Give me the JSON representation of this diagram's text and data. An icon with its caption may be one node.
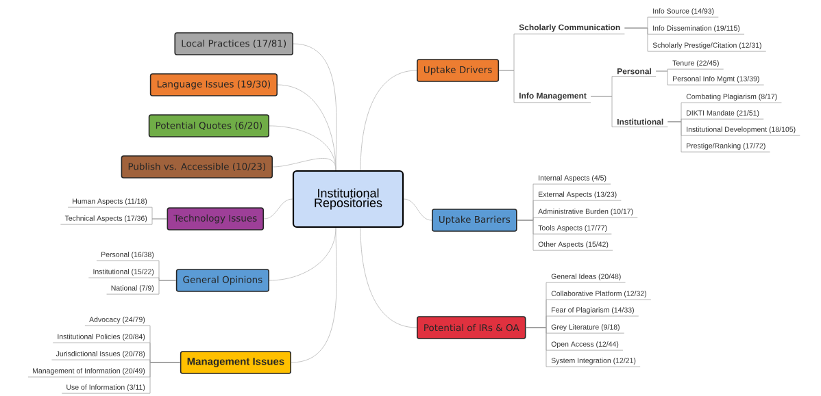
{
  "diagram": {
    "nodes": [
      {
        "text": [
          "Institutional Repositories"
        ]
      },
      {
        "text": [
          "Local Practices (17/81)"
        ]
      },
      {
        "text": [
          "Language Issues (19/30)"
        ]
      },
      {
        "text": [
          "Potential Quotes (6/20)"
        ]
      },
      {
        "text": [
          "Publish vs. Accessible (10/23)"
        ]
      },
      {
        "text": [
          "Technology Issues"
        ]
      },
      {
        "text": [
          "Human Aspects (11/18)"
        ]
      },
      {
        "text": [
          "Technical Aspects (17/36)"
        ]
      },
      {
        "text": [
          "General Opinions"
        ]
      },
      {
        "text": [
          "Personal (16/38)"
        ]
      },
      {
        "text": [
          "Institutional (15/22)"
        ]
      },
      {
        "text": [
          "National (7/9)"
        ]
      },
      {
        "text": [
          "Management Issues"
        ]
      },
      {
        "text": [
          "Advocacy (24/79)"
        ]
      },
      {
        "text": [
          "Institutional Policies (20/84)"
        ]
      },
      {
        "text": [
          "Jurisdictional Issues (20/78)"
        ]
      },
      {
        "text": [
          "Management of Information (20/49)"
        ]
      },
      {
        "text": [
          "Use of Information (3/11)"
        ]
      },
      {
        "text": [
          "Uptake Drivers"
        ]
      },
      {
        "text": [
          "Scholarly Communication"
        ]
      },
      {
        "text": [
          "Info Source (14/93)"
        ]
      },
      {
        "text": [
          "Info Dissemination (19/115)"
        ]
      },
      {
        "text": [
          "Scholarly Prestige/Citation (12/31)"
        ]
      },
      {
        "text": [
          "Info Management"
        ]
      },
      {
        "text": [
          "Personal"
        ]
      },
      {
        "text": [
          "Tenure (22/45)"
        ]
      },
      {
        "text": [
          "Personal Info Mgmt (13/39)"
        ]
      },
      {
        "text": [
          "Institutional"
        ]
      },
      {
        "text": [
          "Combating Plagiarism (8/17)"
        ]
      },
      {
        "text": [
          "DIKTI Mandate (21/51)"
        ]
      },
      {
        "text": [
          "Institutional Development (18/105)"
        ]
      },
      {
        "text": [
          "Prestige/Ranking (17/72)"
        ]
      },
      {
        "text": [
          "Uptake Barriers"
        ]
      },
      {
        "text": [
          "Internal Aspects (4/5)"
        ]
      },
      {
        "text": [
          "External Aspects (13/23)"
        ]
      },
      {
        "text": [
          "Administrative Burden (10/17)"
        ]
      },
      {
        "text": [
          "Tools Aspects (17/77)"
        ]
      },
      {
        "text": [
          "Other Aspects (15/42)"
        ]
      },
      {
        "text": [
          "Potential of IRs & OA"
        ]
      },
      {
        "text": [
          "General Ideas (20/48)"
        ]
      },
      {
        "text": [
          "Collaborative Platform (12/32)"
        ]
      },
      {
        "text": [
          "Fear of Plagiarism (14/33)"
        ]
      },
      {
        "text": [
          "Grey Literature (9/18)"
        ]
      },
      {
        "text": [
          "Open Access (12/44)"
        ]
      },
      {
        "text": [
          "System Integration (12/21)"
        ]
      }
    ],
    "edges": [
      {
        "from": 0,
        "to": 1,
        "arrow": "none"
      },
      {
        "from": 0,
        "to": 2,
        "arrow": "none"
      },
      {
        "from": 0,
        "to": 3,
        "arrow": "none"
      },
      {
        "from": 0,
        "to": 4,
        "arrow": "none"
      },
      {
        "from": 0,
        "to": 5,
        "arrow": "none"
      },
      {
        "from": 5,
        "to": 6,
        "arrow": "none"
      },
      {
        "from": 5,
        "to": 7,
        "arrow": "none"
      },
      {
        "from": 0,
        "to": 8,
        "arrow": "none"
      },
      {
        "from": 8,
        "to": 9,
        "arrow": "none"
      },
      {
        "from": 8,
        "to": 10,
        "arrow": "none"
      },
      {
        "from": 8,
        "to": 11,
        "arrow": "none"
      },
      {
        "from": 0,
        "to": 12,
        "arrow": "none"
      },
      {
        "from": 12,
        "to": 13,
        "arrow": "none"
      },
      {
        "from": 12,
        "to": 14,
        "arrow": "none"
      },
      {
        "from": 12,
        "to": 15,
        "arrow": "none"
      },
      {
        "from": 12,
        "to": 16,
        "arrow": "none"
      },
      {
        "from": 12,
        "to": 17,
        "arrow": "none"
      },
      {
        "from": 0,
        "to": 18,
        "arrow": "none"
      },
      {
        "from": 18,
        "to": 19,
        "arrow": "none"
      },
      {
        "from": 19,
        "to": 20,
        "arrow": "none"
      },
      {
        "from": 19,
        "to": 21,
        "arrow": "none"
      },
      {
        "from": 19,
        "to": 22,
        "arrow": "none"
      },
      {
        "from": 18,
        "to": 23,
        "arrow": "none"
      },
      {
        "from": 23,
        "to": 24,
        "arrow": "none"
      },
      {
        "from": 24,
        "to": 25,
        "arrow": "none"
      },
      {
        "from": 24,
        "to": 26,
        "arrow": "none"
      },
      {
        "from": 23,
        "to": 27,
        "arrow": "none"
      },
      {
        "from": 27,
        "to": 28,
        "arrow": "none"
      },
      {
        "from": 27,
        "to": 29,
        "arrow": "none"
      },
      {
        "from": 27,
        "to": 30,
        "arrow": "none"
      },
      {
        "from": 27,
        "to": 31,
        "arrow": "none"
      },
      {
        "from": 0,
        "to": 32,
        "arrow": "none"
      },
      {
        "from": 32,
        "to": 33,
        "arrow": "none"
      },
      {
        "from": 32,
        "to": 34,
        "arrow": "none"
      },
      {
        "from": 32,
        "to": 35,
        "arrow": "none"
      },
      {
        "from": 32,
        "to": 36,
        "arrow": "none"
      },
      {
        "from": 32,
        "to": 37,
        "arrow": "none"
      },
      {
        "from": 0,
        "to": 38,
        "arrow": "none"
      },
      {
        "from": 38,
        "to": 39,
        "arrow": "none"
      },
      {
        "from": 38,
        "to": 40,
        "arrow": "none"
      },
      {
        "from": 38,
        "to": 41,
        "arrow": "none"
      },
      {
        "from": 38,
        "to": 42,
        "arrow": "none"
      },
      {
        "from": 38,
        "to": 43,
        "arrow": "none"
      },
      {
        "from": 38,
        "to": 44,
        "arrow": "none"
      }
    ]
  }
}
